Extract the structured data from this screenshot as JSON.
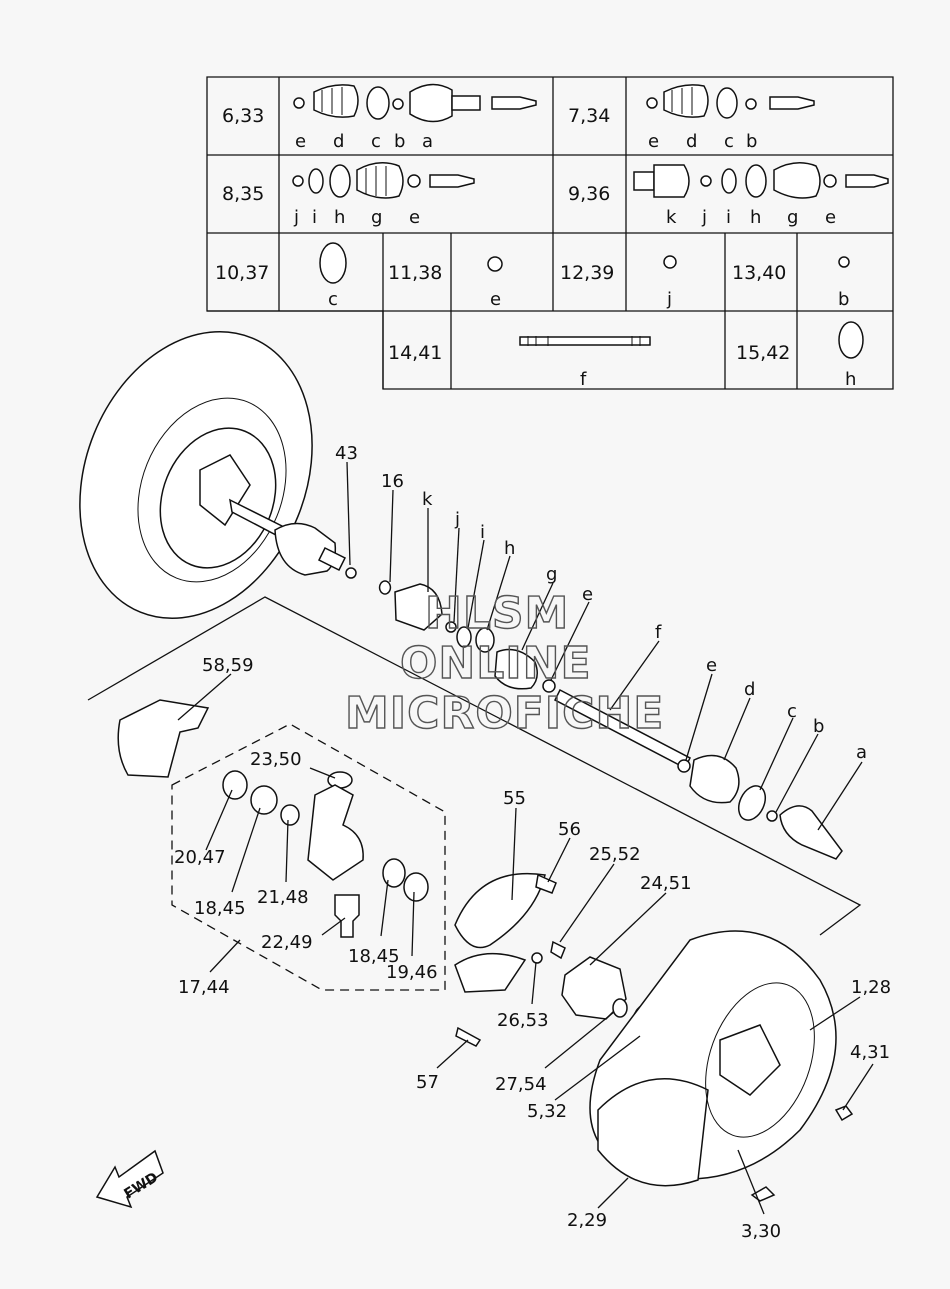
{
  "table": {
    "row1": {
      "left_ref": "6,33",
      "left_letters": [
        "e",
        "d",
        "c",
        "b",
        "a"
      ],
      "right_ref": "7,34",
      "right_letters": [
        "e",
        "d",
        "c",
        "b"
      ]
    },
    "row2": {
      "left_ref": "8,35",
      "left_letters": [
        "j",
        "i",
        "h",
        "g",
        "e"
      ],
      "right_ref": "9,36",
      "right_letters": [
        "k",
        "j",
        "i",
        "h",
        "g",
        "e"
      ]
    },
    "row3": [
      {
        "ref": "10,37",
        "letter": "c"
      },
      {
        "ref": "11,38",
        "letter": "e"
      },
      {
        "ref": "12,39",
        "letter": "j"
      },
      {
        "ref": "13,40",
        "letter": "b"
      }
    ],
    "row4": [
      {
        "ref": "14,41",
        "letter": "f"
      },
      {
        "ref": "15,42",
        "letter": "h"
      }
    ]
  },
  "callouts": {
    "p43": "43",
    "p16": "16",
    "k": "k",
    "j": "j",
    "i": "i",
    "h": "h",
    "g": "g",
    "e1": "e",
    "f": "f",
    "e2": "e",
    "d": "d",
    "c": "c",
    "b": "b",
    "a": "a",
    "p58_59": "58,59",
    "p23_50": "23,50",
    "p55": "55",
    "p56": "56",
    "p25_52": "25,52",
    "p24_51": "24,51",
    "p20_47": "20,47",
    "p18_45a": "18,45",
    "p21_48": "21,48",
    "p22_49": "22,49",
    "p18_45b": "18,45",
    "p19_46": "19,46",
    "p17_44": "17,44",
    "p26_53": "26,53",
    "p1_28": "1,28",
    "p4_31": "4,31",
    "p57": "57",
    "p27_54": "27,54",
    "p5_32": "5,32",
    "p2_29": "2,29",
    "p3_30": "3,30"
  },
  "watermark": [
    "HLSM",
    "ONLINE",
    "MICROFICHE"
  ],
  "fwd_label": "FWD"
}
